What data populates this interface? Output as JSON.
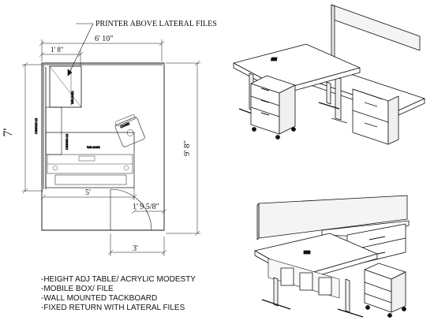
{
  "plan": {
    "callout": "PRINTER ABOVE LATERAL FILES",
    "dims": {
      "overall_width": "6' 10\"",
      "file_width": "1' 8\"",
      "side_height": "7'",
      "room_height": "9' 8\"",
      "desk_width": "5'",
      "return_offset": "1' 9 5/8\"",
      "door_width": "3'"
    },
    "small_labels": {
      "file_tag": "WS-2421",
      "left_tag": "CS3015-12",
      "left_tag2": "CS3030-12",
      "desk_tag": "WS-2460",
      "chair_tag": "CHAIR"
    }
  },
  "notes": [
    "-HEIGHT ADJ TABLE/ ACRYLIC MODESTY",
    "-MOBILE BOX/ FILE",
    "-WALL MOUNTED TACKBOARD",
    "-FIXED RETURN WITH LATERAL FILES"
  ]
}
